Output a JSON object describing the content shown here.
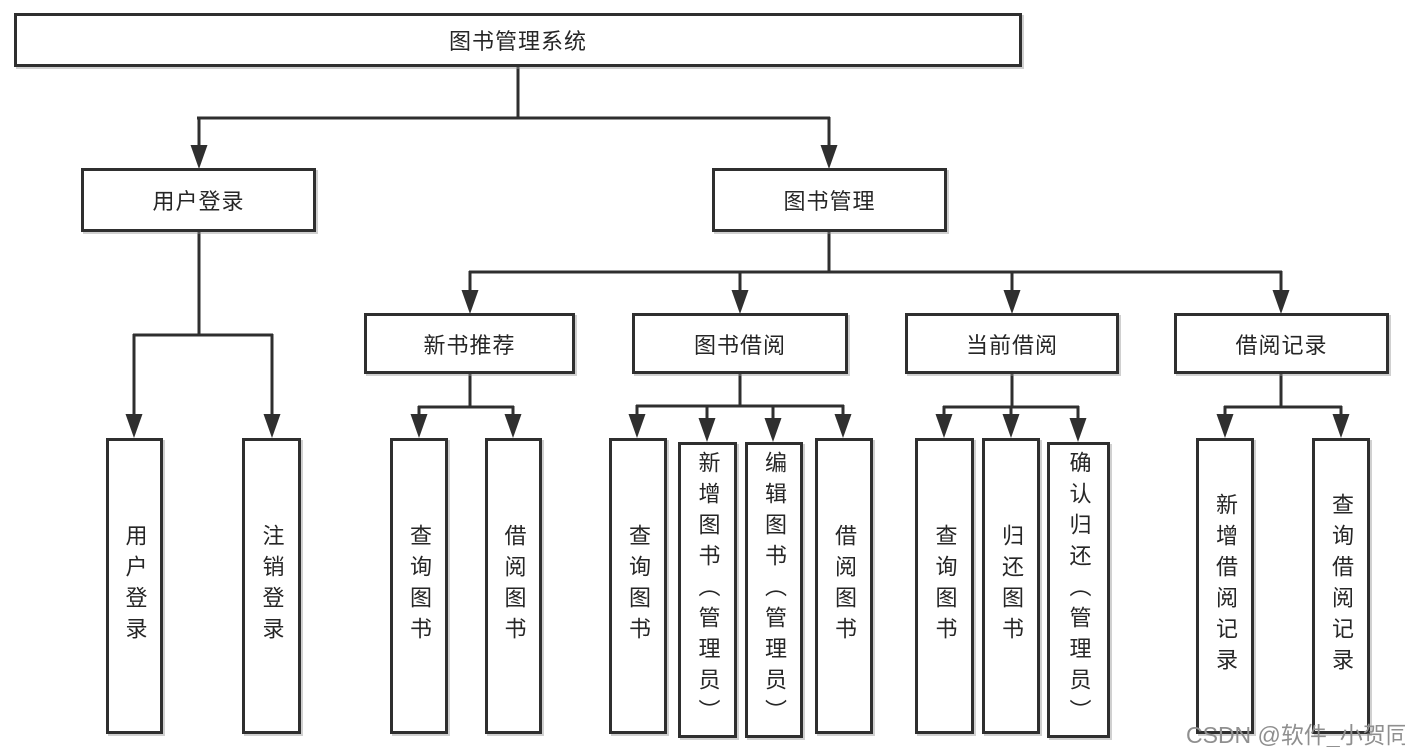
{
  "diagram_type": "hierarchy-tree",
  "tree": {
    "root": {
      "label": "图书管理系统"
    },
    "branches": [
      {
        "label": "用户登录",
        "children": [
          {
            "label": "用户登录"
          },
          {
            "label": "注销登录"
          }
        ]
      },
      {
        "label": "图书管理",
        "children": [
          {
            "label": "新书推荐",
            "children": [
              {
                "label": "查询图书"
              },
              {
                "label": "借阅图书"
              }
            ]
          },
          {
            "label": "图书借阅",
            "children": [
              {
                "label": "查询图书"
              },
              {
                "label": "新增图书（管理员）"
              },
              {
                "label": "编辑图书（管理员）"
              },
              {
                "label": "借阅图书"
              }
            ]
          },
          {
            "label": "当前借阅",
            "children": [
              {
                "label": "查询图书"
              },
              {
                "label": "归还图书"
              },
              {
                "label": "确认归还（管理员）"
              }
            ]
          },
          {
            "label": "借阅记录",
            "children": [
              {
                "label": "新增借阅记录"
              },
              {
                "label": "查询借阅记录"
              }
            ]
          }
        ]
      }
    ]
  },
  "watermark": {
    "text": "CSDN @软件_小贺同学",
    "color": "#8f8f8f"
  },
  "colors": {
    "line": "#2f2f2f",
    "box_border": "#2f2f2f",
    "box_background": "#ffffff",
    "text": "#262626",
    "page_background": "#ffffff"
  }
}
